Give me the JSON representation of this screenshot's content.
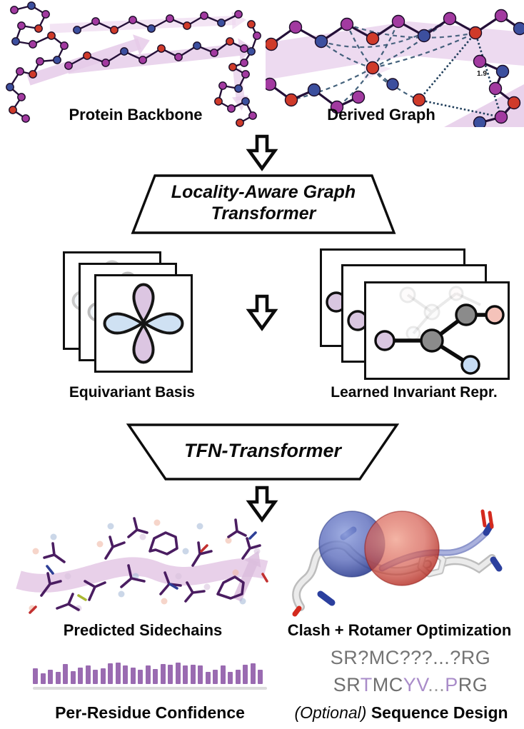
{
  "stage_top": {
    "backbone_label": "Protein Backbone",
    "graph_label": "Derived Graph",
    "edge_distance_label": "1.9"
  },
  "block_graph_transformer": {
    "line1": "Locality-Aware Graph",
    "line2": "Transformer"
  },
  "stage_mid": {
    "basis_label": "Equivariant Basis",
    "invariant_label": "Learned Invariant Repr."
  },
  "block_tfn": {
    "label": "TFN-Transformer"
  },
  "stage_out": {
    "sidechains_label": "Predicted Sidechains",
    "clash_label": "Clash + Rotamer Optimization"
  },
  "confidence": {
    "label": "Per-Residue Confidence"
  },
  "sequence": {
    "masked": "SR?MC???...?RG",
    "designed": [
      {
        "t": "SR",
        "c": "#6f6f6f"
      },
      {
        "t": "T",
        "c": "#a98cc9"
      },
      {
        "t": "MC",
        "c": "#6f6f6f"
      },
      {
        "t": "YV",
        "c": "#a98cc9"
      },
      {
        "t": "...",
        "c": "#9b9b9b"
      },
      {
        "t": "P",
        "c": "#a98cc9"
      },
      {
        "t": "RG",
        "c": "#6f6f6f"
      }
    ],
    "optional_label": "(Optional)",
    "design_label": "Sequence Design"
  },
  "icons": {
    "down_arrow": "hollow block arrow pointing down"
  },
  "colors": {
    "accent_bar": "#9a6bb1",
    "ribbon_pink": "#e6cbe9",
    "atom_purple": "#a23aa0",
    "atom_blue": "#3c4f9e",
    "atom_red": "#cf3a2a",
    "lobe_lavender": "#dcc6e2",
    "lobe_blue": "#cfe1f3",
    "node_gray": "#8b8b8b",
    "node_pink": "#f5c3ba",
    "node_blue": "#c6dcf4",
    "sphere_blue": "#2b3f9e",
    "sphere_red": "#c3281c"
  },
  "chart_data": {
    "type": "bar",
    "title": "Per-Residue Confidence",
    "xlabel": "",
    "ylabel": "",
    "categories": [],
    "values": [
      0.72,
      0.5,
      0.66,
      0.55,
      0.92,
      0.6,
      0.78,
      0.85,
      0.66,
      0.72,
      0.95,
      1.0,
      0.85,
      0.78,
      0.66,
      0.85,
      0.7,
      0.92,
      0.9,
      1.0,
      0.85,
      0.9,
      0.88,
      0.58,
      0.68,
      0.85,
      0.55,
      0.66,
      0.9,
      0.95,
      0.68
    ],
    "ylim": [
      0,
      1
    ],
    "bar_color": "#9a6bb1",
    "grid": false,
    "legend": "none",
    "axes_hidden": true
  }
}
